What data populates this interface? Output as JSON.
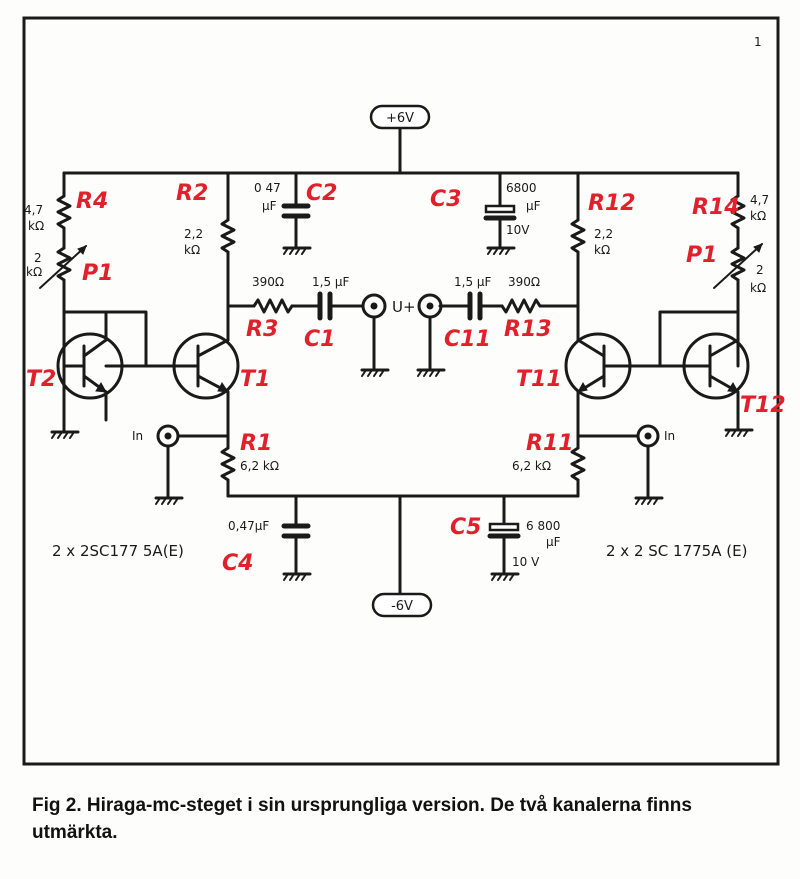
{
  "page_marker": "1",
  "rails": {
    "positive": "+6V",
    "negative": "-6V"
  },
  "output_label": "U+",
  "input_label": "In",
  "left": {
    "R4": {
      "tag": "R4",
      "value": "4,7\nkΩ"
    },
    "P1": {
      "tag": "P1",
      "value": "2\nkΩ"
    },
    "R2": {
      "tag": "R2",
      "value": "2,2\nkΩ"
    },
    "C2": {
      "tag": "C2",
      "value": "0 47\nµF"
    },
    "R3": {
      "tag": "R3",
      "value": "390Ω"
    },
    "C1": {
      "tag": "C1",
      "value": "1,5 µF"
    },
    "T2": {
      "tag": "T2"
    },
    "T1": {
      "tag": "T1"
    },
    "R1": {
      "tag": "R1",
      "value": "6,2 kΩ"
    },
    "C4": {
      "tag": "C4",
      "value": "0,47µF"
    },
    "transistors": "2 x 2SC177 5A(E)"
  },
  "right": {
    "R14": {
      "tag": "R14",
      "value": "4,7\nkΩ"
    },
    "P1": {
      "tag": "P1",
      "value": "2\nkΩ"
    },
    "R12": {
      "tag": "R12",
      "value": "2,2\nkΩ"
    },
    "C3": {
      "tag": "C3",
      "value": "6800\nµF",
      "voltage": "10V"
    },
    "R13": {
      "tag": "R13",
      "value": "390Ω"
    },
    "C11": {
      "tag": "C11",
      "value": "1,5 µF"
    },
    "T11": {
      "tag": "T11"
    },
    "T12": {
      "tag": "T12"
    },
    "R11": {
      "tag": "R11",
      "value": "6,2 kΩ"
    },
    "C5": {
      "tag": "C5",
      "value": "6 800\nµF",
      "voltage": "10 V"
    },
    "transistors": "2 x 2 SC 1775A (E)"
  },
  "caption": "Fig 2. Hiraga-mc-steget i sin ursprungliga version. De två kanalerna finns utmärkta."
}
